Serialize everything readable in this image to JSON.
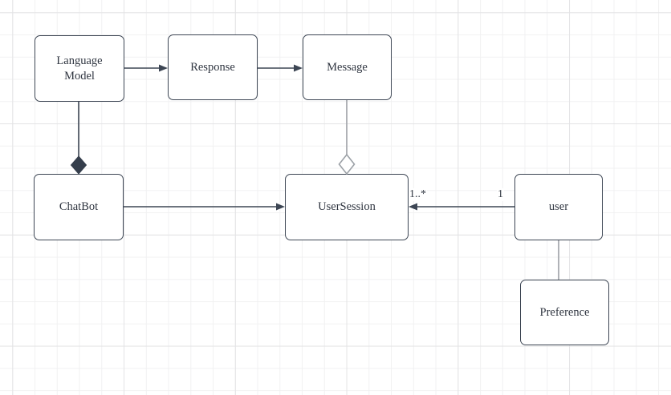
{
  "canvas": {
    "background_color": "#ffffff",
    "grid_minor_color": "#f1f1f2",
    "grid_major_color": "#e3e3e5"
  },
  "colors": {
    "node_fill": "#ffffff",
    "node_stroke": "#3d4654",
    "edge_dark": "#3d4654",
    "edge_gray": "#a7aaaf",
    "text": "#2f3540"
  },
  "diagram": {
    "type": "uml-class-diagram",
    "nodes": [
      {
        "id": "language-model",
        "label": "Language Model"
      },
      {
        "id": "response",
        "label": "Response"
      },
      {
        "id": "message",
        "label": "Message"
      },
      {
        "id": "chatbot",
        "label": "ChatBot"
      },
      {
        "id": "usersession",
        "label": "UserSession"
      },
      {
        "id": "user",
        "label": "user"
      },
      {
        "id": "preference",
        "label": "Preference"
      }
    ],
    "edges": [
      {
        "from": "Language Model",
        "to": "Response",
        "type": "directed-arrow"
      },
      {
        "from": "Response",
        "to": "Message",
        "type": "directed-arrow"
      },
      {
        "from": "Language Model",
        "to": "ChatBot",
        "type": "composition-filled-diamond"
      },
      {
        "from": "Message",
        "to": "UserSession",
        "type": "aggregation-hollow-diamond"
      },
      {
        "from": "ChatBot",
        "to": "UserSession",
        "type": "directed-arrow"
      },
      {
        "from": "user",
        "to": "UserSession",
        "type": "directed-arrow",
        "labels": {
          "source": "1",
          "target": "1..*"
        }
      },
      {
        "from": "user",
        "to": "Preference",
        "type": "plain-line"
      }
    ]
  }
}
